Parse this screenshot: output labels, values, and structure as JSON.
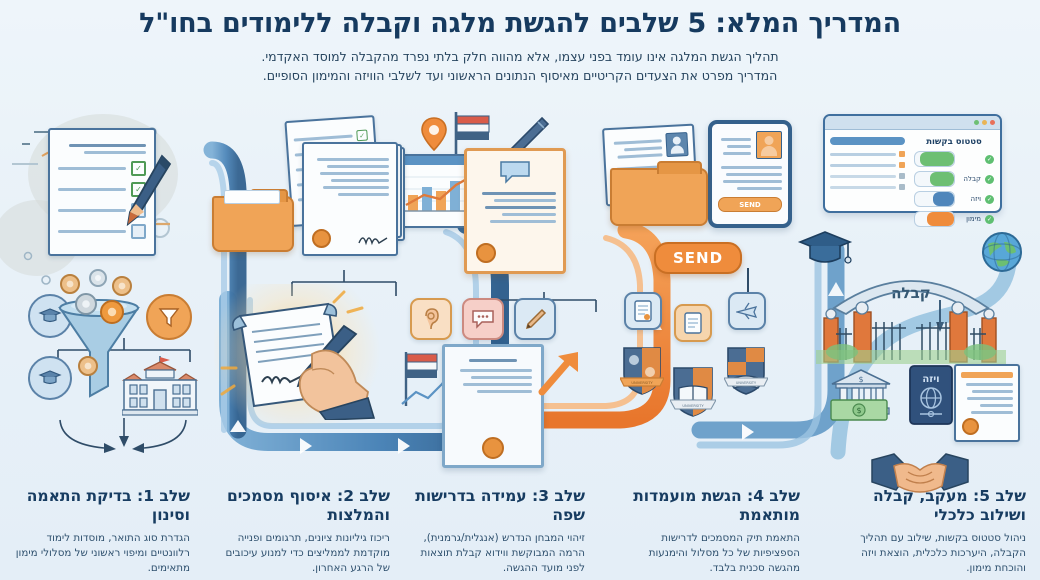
{
  "header": {
    "title": "המדריך המלא: 5 שלבים להגשת מלגה וקבלה ללימודים בחו\"ל",
    "subtitle_line1": "תהליך הגשת המלגה אינו עומד בפני עצמו, אלא מהווה חלק בלתי נפרד מהקבלה למוסד האקדמי.",
    "subtitle_line2": "המדריך מפרט את הצעדים הקריטיים מאיסוף הנתונים הראשוני ועד לשלבי הוויזה והמימון הסופיים."
  },
  "dashboard": {
    "title": "סטטוס בקשות",
    "rows": [
      {
        "label": "",
        "check": "✓"
      },
      {
        "label": "קבלה",
        "check": "✓"
      },
      {
        "label": "ויזה",
        "check": "✓"
      },
      {
        "label": "מימון",
        "check": "✓"
      }
    ]
  },
  "labels": {
    "gate_arch": "קבלה",
    "passport": "ויזה",
    "send_button": "SEND",
    "send_small": "SEND"
  },
  "steps": [
    {
      "id": "step5",
      "title": "שלב 5: מעקב, קבלה ושילוב כלכלי",
      "body": "ניהול סטטוס בקשות, שילוב עם תהליך הקבלה, היערכות כלכלית, הוצאת ויזה והוכחת מימון."
    },
    {
      "id": "step4",
      "title": "שלב 4: הגשת מועמדות מותאמת",
      "body": "התאמת תיק המסמכים לדרישות הספציפיות של כל מסלול והימנעות מהגשה סכנית בלבד."
    },
    {
      "id": "step3",
      "title": "שלב 3: עמידה בדרישות שפה",
      "body": "זיהוי המבחן הנדרש (אנגלית/גרמנית), הרמה המבוקשת ווידוא קבלת תוצאות לפני מועד ההגשה."
    },
    {
      "id": "step2",
      "title": "שלב 2: איסוף מסמכים והמלצות",
      "body": "ריכוז גיליונות ציונים, תרגומים ופנייה מוקדמת לממליצים כדי למנוע עיכובים של הרגע האחרון."
    },
    {
      "id": "step1",
      "title": "שלב 1: בדיקת התאמה וסינון",
      "body": "הגדרת סוג התואר, מוסדות לימוד רלוונטיים ומיפוי ראשוני של מסלולי מימון מתאימים."
    }
  ],
  "icons": {
    "col1": [
      "browser-window-dashboard",
      "graduation-cap",
      "globe",
      "acceptance-gate",
      "bank-money",
      "passport",
      "certificate",
      "handshake"
    ],
    "col2": [
      "tablet-profile",
      "document-folder",
      "send-button",
      "document-chip",
      "passport-chip",
      "airplane-chip",
      "university-crest"
    ],
    "col3": [
      "location-pin",
      "flag",
      "pen",
      "bar-chart",
      "language-certificate",
      "ear-listening-icon",
      "speech-bubble-icon",
      "pen-writing-icon",
      "flag-small",
      "line-chart"
    ],
    "col4": [
      "checklist-document",
      "signed-certificate",
      "orange-folder",
      "hand-signing-document"
    ],
    "col5": [
      "checklist-clipboard",
      "pencil",
      "graduation-cap-circle",
      "funnel",
      "coin",
      "filter-icon",
      "university-building"
    ]
  },
  "colors": {
    "background": "#e8f1f8",
    "title": "#163a5f",
    "ribbon_blue": "#4c85b8",
    "ribbon_orange": "#ef8c3c",
    "accent_green": "#5fbf72",
    "folder_orange": "#f0a457",
    "text_body": "#2d4f6d"
  }
}
